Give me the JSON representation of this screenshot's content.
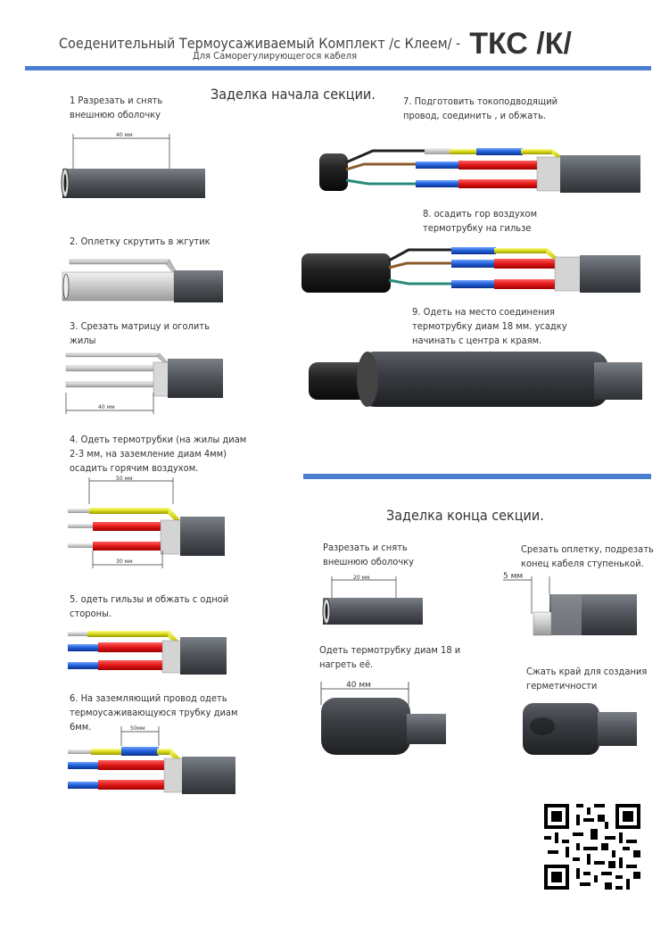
{
  "header": {
    "title": "Соеденительный Термоусаживаемый  Комплект /с Клеем/ -",
    "code": "ТКС /К/",
    "subtitle": "Для Саморегулирующегося кабеля"
  },
  "section_start": {
    "heading": "Заделка начала секции.",
    "steps": {
      "s1": "1 Разрезать и снять внешнюю оболочку",
      "s2": "2. Оплетку скрутить в жгутик",
      "s3": "3. Срезать матрицу и оголить жилы",
      "s4": "4. Одеть термотрубки (на жилы диам 2-3 мм, на заземление диам 4мм) осадить горячим воздухом.",
      "s5": "5. одеть гильзы и обжать с одной стороны.",
      "s6": "6. На заземляющий провод одеть термоусаживающуюся трубку диам 6мм.",
      "s7": "7. Подготовить токоподводящий провод, соединить , и обжать.",
      "s8": "8. осадить гор воздухом термотрубку на гильзе",
      "s9": "9. Одеть на место соединения термотрубку диам 18 мм.  усадку начинать с центра к краям."
    },
    "dims": {
      "d1": "40 мм",
      "d3": "40 мм",
      "d4a": "50 мм",
      "d4b": "30 мм",
      "d6": "50мм"
    }
  },
  "section_end": {
    "heading": "Заделка конца секции.",
    "steps": {
      "e1": "Разрезать и снять внешнюю оболочку",
      "e2": "Срезать оплетку, подрезать конец кабеля ступенькой.",
      "e3": "Одеть термотрубку диам 18 и нагреть её.",
      "e4": "Сжать край для создания герметичности"
    },
    "dims": {
      "e1": "20 мм",
      "e2": "5 мм",
      "e3": "40 мм"
    }
  },
  "colors": {
    "accent_bar": "#4a7fd0",
    "cable": "#555a60",
    "wire_red": "#e02020",
    "wire_blue": "#2050d0",
    "wire_yellow": "#d8d820",
    "sleeve_blue": "#1f63d6"
  }
}
